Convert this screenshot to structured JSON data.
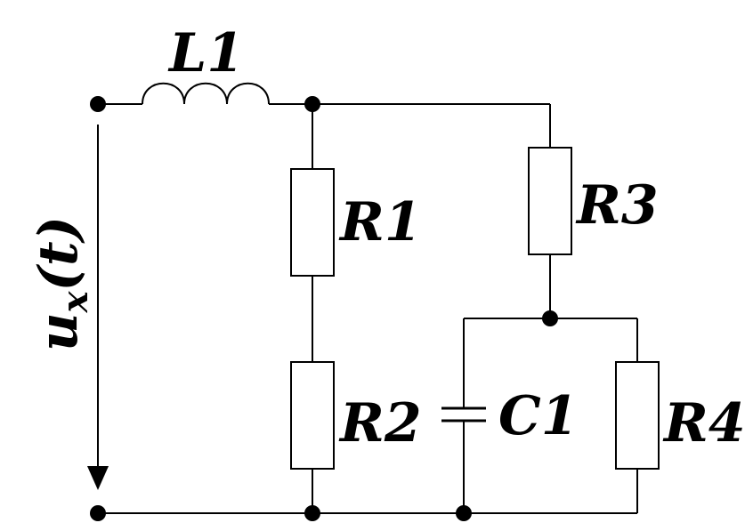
{
  "diagram": {
    "type": "electrical-circuit",
    "components": {
      "L1": "L1",
      "R1": "R1",
      "R2": "R2",
      "R3": "R3",
      "R4": "R4",
      "C1": "C1"
    },
    "source": {
      "symbol": "u",
      "subscript": "x",
      "argument": "(t)"
    }
  }
}
